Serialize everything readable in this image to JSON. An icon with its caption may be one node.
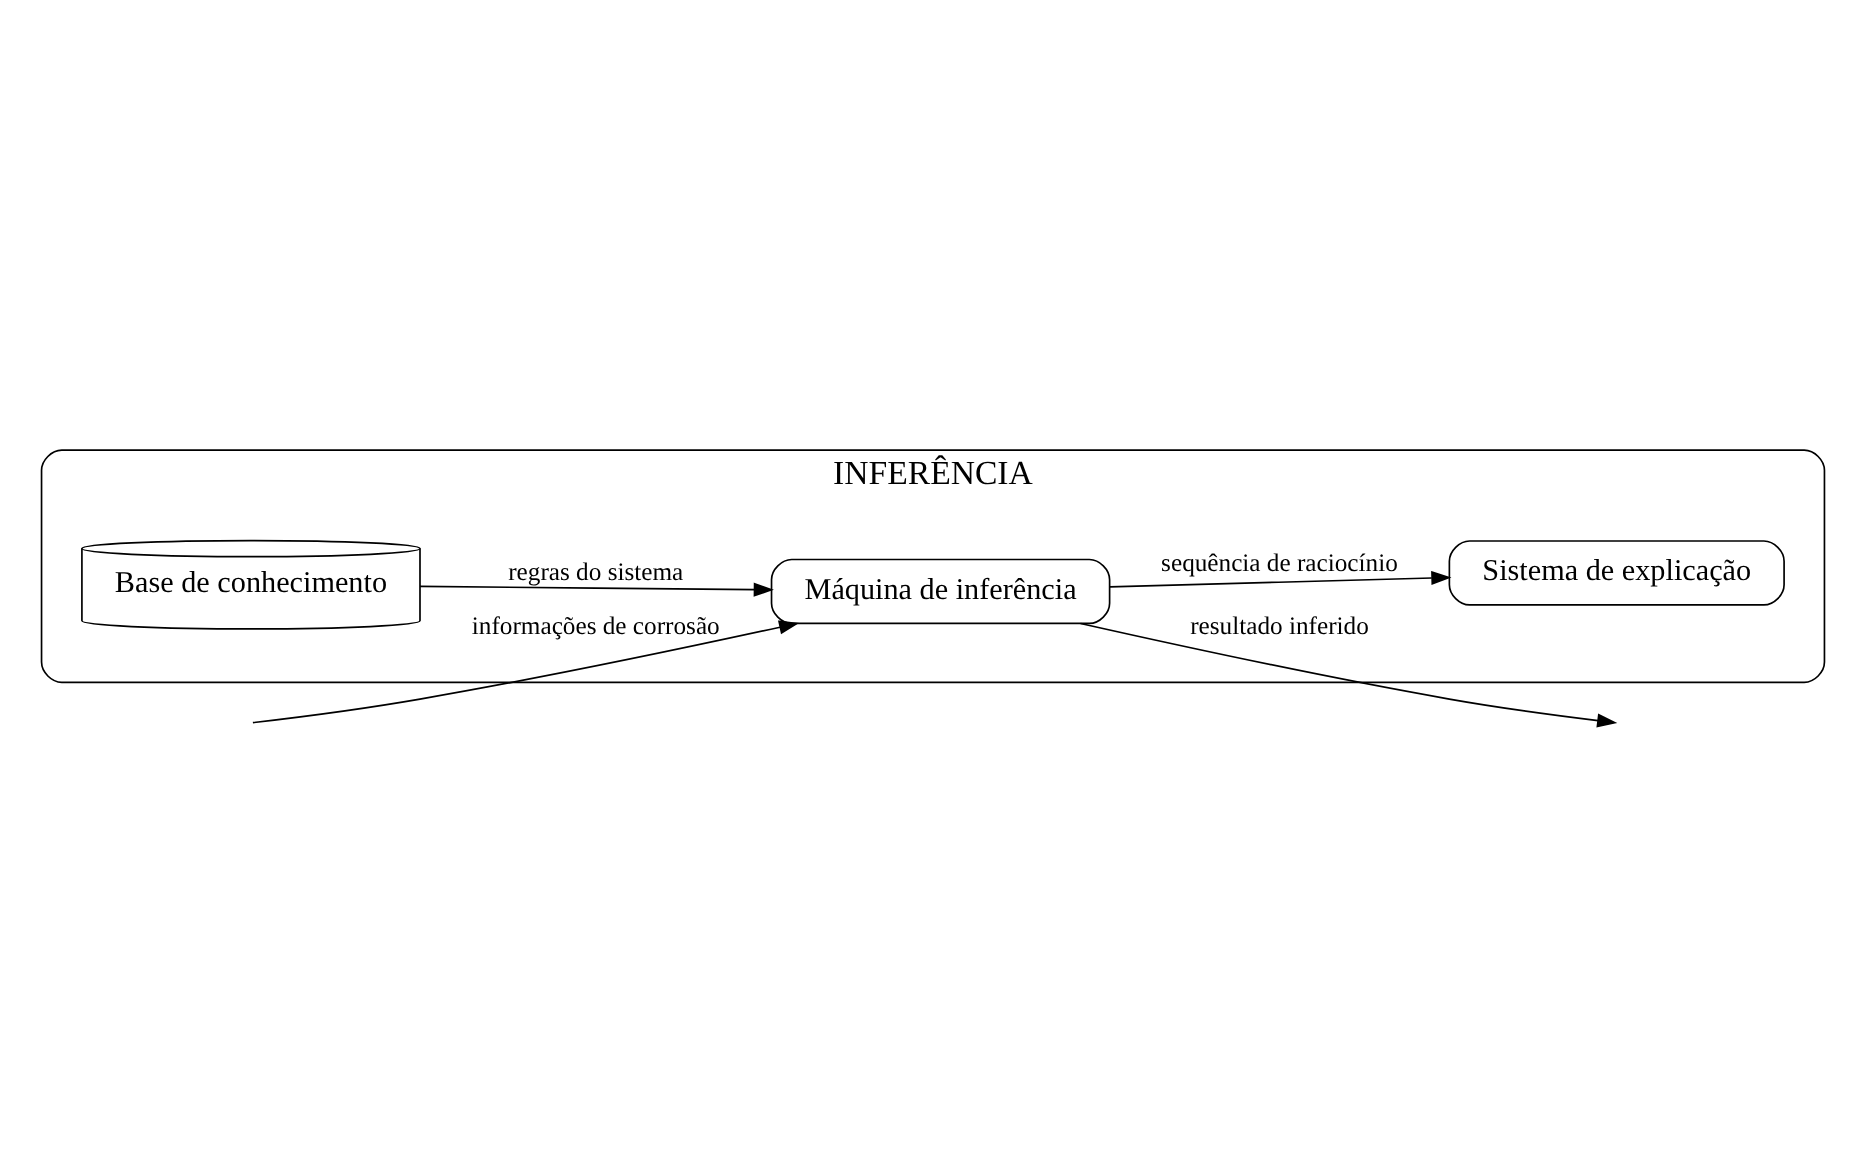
{
  "diagram": {
    "nodes": [
      {
        "text": [
          "INFERÊNCIA"
        ]
      },
      {
        "text": [
          "Máquina de inferência"
        ],
        "in": 0
      },
      {
        "text": [
          "Sistema de explicação"
        ],
        "in": 0
      },
      {
        "text": [
          "Base de conhecimento"
        ],
        "in": 0
      }
    ],
    "edges": [
      {
        "from": null,
        "to": 1,
        "arrow": "to",
        "label": "informações de corrosão"
      },
      {
        "from": 1,
        "to": null,
        "arrow": "to",
        "label": "resultado inferido"
      },
      {
        "from": 1,
        "to": 2,
        "arrow": "to",
        "label": "sequência de raciocínio"
      },
      {
        "from": 3,
        "to": 1,
        "arrow": "to",
        "label": "regras do sistema"
      }
    ]
  }
}
